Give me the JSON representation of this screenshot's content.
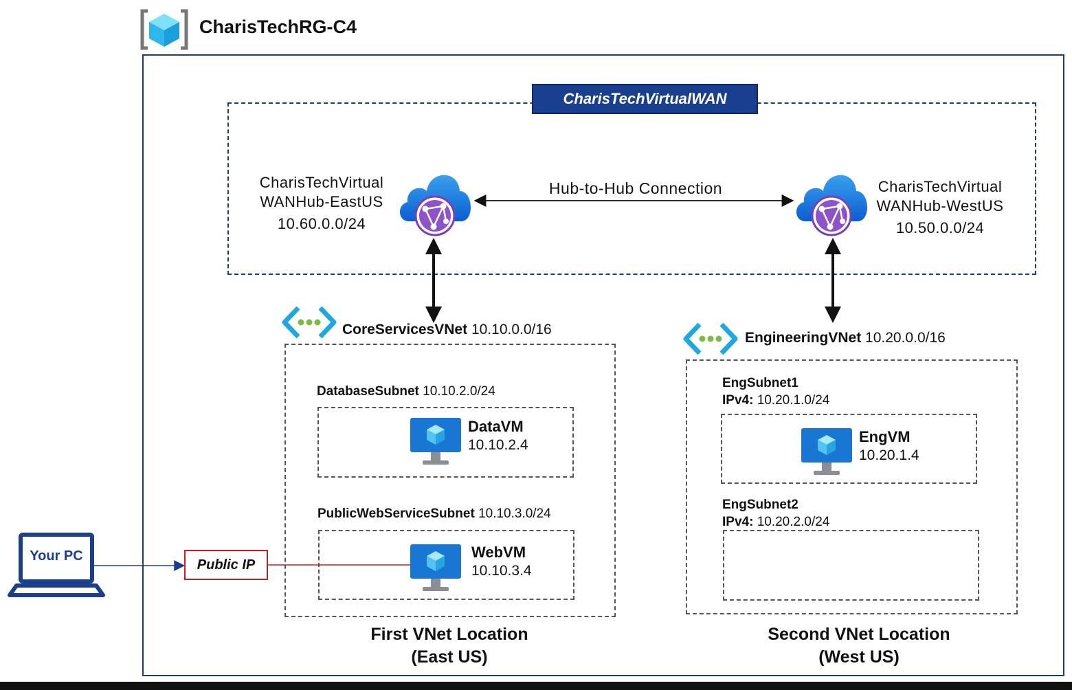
{
  "resource_group": {
    "name": "CharisTechRG-C4",
    "icon": "resource-group-cube-icon"
  },
  "virtual_wan": {
    "label": "CharisTechVirtualWAN"
  },
  "hub_east": {
    "name_line1": "CharisTechVirtual",
    "name_line2": "WANHub-EastUS",
    "cidr": "10.60.0.0/24",
    "icon": "virtual-hub-cloud-icon"
  },
  "hub_west": {
    "name_line1": "CharisTechVirtual",
    "name_line2": "WANHub-WestUS",
    "cidr": "10.50.0.0/24",
    "icon": "virtual-hub-cloud-icon"
  },
  "hub_connection": {
    "label": "Hub-to-Hub Connection"
  },
  "vnet_core": {
    "name": "CoreServicesVNet",
    "cidr": "10.10.0.0/16",
    "icon": "vnet-icon",
    "subnet_db": {
      "name": "DatabaseSubnet",
      "cidr": "10.10.2.0/24",
      "vm_name": "DataVM",
      "vm_ip": "10.10.2.4"
    },
    "subnet_web": {
      "name": "PublicWebServiceSubnet",
      "cidr": "10.10.3.0/24",
      "vm_name": "WebVM",
      "vm_ip": "10.10.3.4"
    },
    "location_line1": "First VNet Location",
    "location_line2": "(East US)"
  },
  "vnet_eng": {
    "name": "EngineeringVNet",
    "cidr": "10.20.0.0/16",
    "icon": "vnet-icon",
    "subnet1": {
      "name": "EngSubnet1",
      "ipv4_label": "IPv4:",
      "cidr": "10.20.1.0/24",
      "vm_name": "EngVM",
      "vm_ip": "10.20.1.4"
    },
    "subnet2": {
      "name": "EngSubnet2",
      "ipv4_label": "IPv4:",
      "cidr": "10.20.2.0/24"
    },
    "location_line1": "Second VNet Location",
    "location_line2": "(West US)"
  },
  "public_ip": {
    "label": "Public IP"
  },
  "your_pc": {
    "label": "Your PC",
    "icon": "laptop-icon"
  },
  "colors": {
    "frame": "#1f3d6b",
    "wan_fill": "#1b3f8f",
    "public_ip_border": "#c21f24",
    "azure_blue": "#1e88e5"
  }
}
